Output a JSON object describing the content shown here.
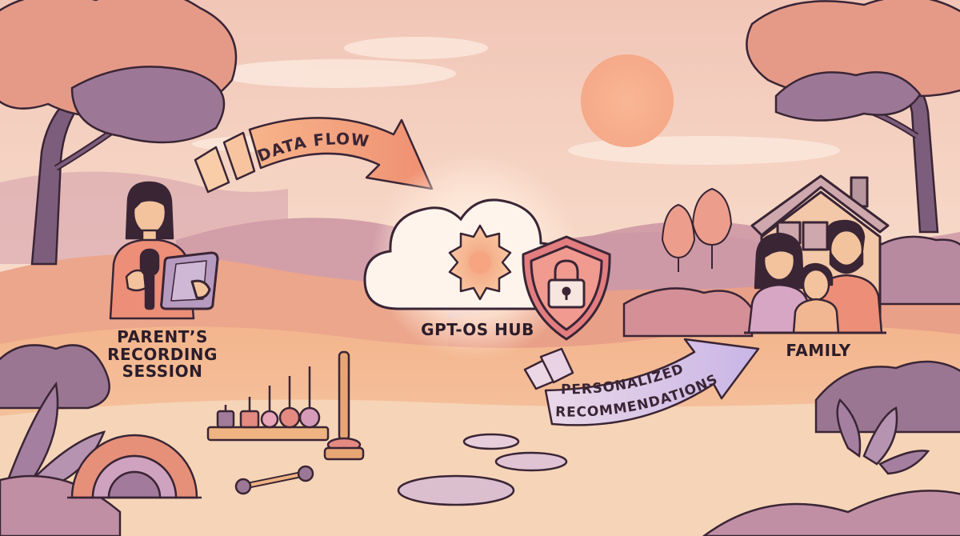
{
  "labels": {
    "data_flow": "DATA FLOW",
    "parent_line1": "PARENT’S",
    "parent_line2": "RECORDING",
    "parent_line3": "SESSION",
    "hub": "GPT-OS HUB",
    "family": "FAMILY",
    "recommend_line1": "PERSONALIZED",
    "recommend_line2": "RECOMMENDATIONS"
  },
  "colors": {
    "sky_top": "#f1c9b4",
    "sun": "#f6b08e",
    "outline": "#3a2535",
    "arrow_orange": "#f4a07a",
    "arrow_lavender": "#d9c6ea",
    "shield": "#e48a86",
    "tree_purple": "#8b6a8e"
  },
  "icons": [
    "microphone-icon",
    "tablet-icon",
    "cloud-icon",
    "gear-icon",
    "shield-lock-icon",
    "house-icon"
  ]
}
